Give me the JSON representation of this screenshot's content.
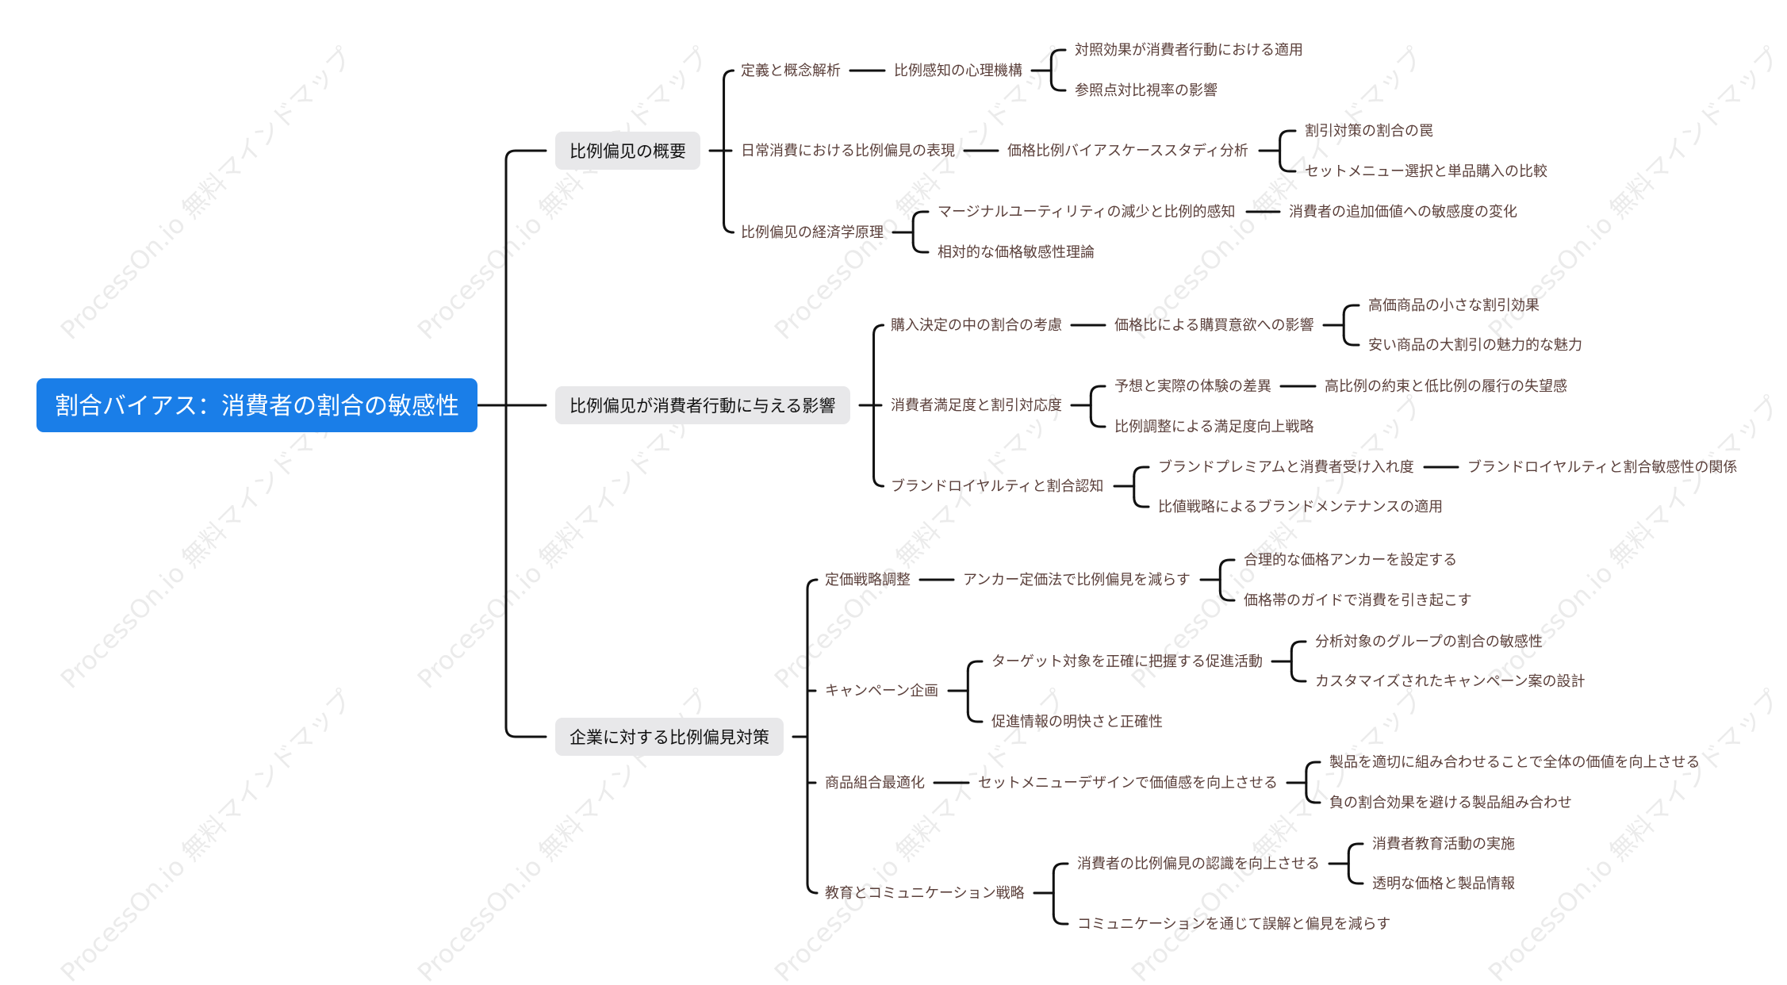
{
  "watermark": "ProcessOn.io 無料マインドマップ",
  "root": {
    "id": "r",
    "label": "割合バイアス：消費者の割合の敏感性"
  },
  "branches": [
    {
      "id": "b1",
      "label": "比例偏见の概要",
      "children": [
        {
          "id": "b1a",
          "label": "定義と概念解析",
          "children": [
            {
              "id": "b1a1",
              "label": "比例感知の心理機構",
              "children": [
                {
                  "id": "b1a1a",
                  "label": "対照効果が消費者行動における適用"
                },
                {
                  "id": "b1a1b",
                  "label": "参照点対比視率の影響"
                }
              ]
            }
          ]
        },
        {
          "id": "b1b",
          "label": "日常消費における比例偏見の表現",
          "children": [
            {
              "id": "b1b1",
              "label": "価格比例バイアスケーススタディ分析",
              "children": [
                {
                  "id": "b1b1a",
                  "label": "割引対策の割合の罠"
                },
                {
                  "id": "b1b1b",
                  "label": "セットメニュー選択と単品購入の比較"
                }
              ]
            }
          ]
        },
        {
          "id": "b1c",
          "label": "比例偏见の経済学原理",
          "children": [
            {
              "id": "b1c1",
              "label": "マージナルユーティリティの減少と比例的感知",
              "children": [
                {
                  "id": "b1c1a",
                  "label": "消費者の追加価値への敏感度の変化"
                }
              ]
            },
            {
              "id": "b1c2",
              "label": "相対的な価格敏感性理論"
            }
          ]
        }
      ]
    },
    {
      "id": "b2",
      "label": "比例偏见が消費者行動に与える影響",
      "children": [
        {
          "id": "b2a",
          "label": "購入決定の中の割合の考慮",
          "children": [
            {
              "id": "b2a1",
              "label": "価格比による購買意欲への影響",
              "children": [
                {
                  "id": "b2a1a",
                  "label": "高価商品の小さな割引効果"
                },
                {
                  "id": "b2a1b",
                  "label": "安い商品の大割引の魅力的な魅力"
                }
              ]
            }
          ]
        },
        {
          "id": "b2b",
          "label": "消費者満足度と割引対応度",
          "children": [
            {
              "id": "b2b1",
              "label": "予想と実際の体験の差異",
              "children": [
                {
                  "id": "b2b1a",
                  "label": "高比例の約束と低比例の履行の失望感"
                }
              ]
            },
            {
              "id": "b2b2",
              "label": "比例調整による満足度向上戦略"
            }
          ]
        },
        {
          "id": "b2c",
          "label": "ブランドロイヤルティと割合認知",
          "children": [
            {
              "id": "b2c1",
              "label": "ブランドプレミアムと消費者受け入れ度",
              "children": [
                {
                  "id": "b2c1a",
                  "label": "ブランドロイヤルティと割合敏感性の関係"
                }
              ]
            },
            {
              "id": "b2c2",
              "label": "比値戦略によるブランドメンテナンスの適用"
            }
          ]
        }
      ]
    },
    {
      "id": "b3",
      "label": "企業に対する比例偏見対策",
      "children": [
        {
          "id": "b3a",
          "label": "定価戦略調整",
          "children": [
            {
              "id": "b3a1",
              "label": "アンカー定価法で比例偏見を減らす",
              "children": [
                {
                  "id": "b3a1a",
                  "label": "合理的な価格アンカーを設定する"
                },
                {
                  "id": "b3a1b",
                  "label": "価格帯のガイドで消費を引き起こす"
                }
              ]
            }
          ]
        },
        {
          "id": "b3b",
          "label": "キャンペーン企画",
          "children": [
            {
              "id": "b3b1",
              "label": "ターゲット対象を正確に把握する促進活動",
              "children": [
                {
                  "id": "b3b1a",
                  "label": "分析対象のグループの割合の敏感性"
                },
                {
                  "id": "b3b1b",
                  "label": "カスタマイズされたキャンペーン案の設計"
                }
              ]
            },
            {
              "id": "b3b2",
              "label": "促進情報の明快さと正確性"
            }
          ]
        },
        {
          "id": "b3c",
          "label": "商品組合最適化",
          "children": [
            {
              "id": "b3c1",
              "label": "セットメニューデザインで価値感を向上させる",
              "children": [
                {
                  "id": "b3c1a",
                  "label": "製品を適切に組み合わせることで全体の価値を向上させる"
                },
                {
                  "id": "b3c1b",
                  "label": "負の割合効果を避ける製品組み合わせ"
                }
              ]
            }
          ]
        },
        {
          "id": "b3d",
          "label": "教育とコミュニケーション戦略",
          "children": [
            {
              "id": "b3d1",
              "label": "消費者の比例偏見の認識を向上させる",
              "children": [
                {
                  "id": "b3d1a",
                  "label": "消費者教育活動の実施"
                },
                {
                  "id": "b3d1b",
                  "label": "透明な価格と製品情報"
                }
              ]
            },
            {
              "id": "b3d2",
              "label": "コミュニケーションを通じて誤解と偏見を減らす"
            }
          ]
        }
      ]
    }
  ]
}
